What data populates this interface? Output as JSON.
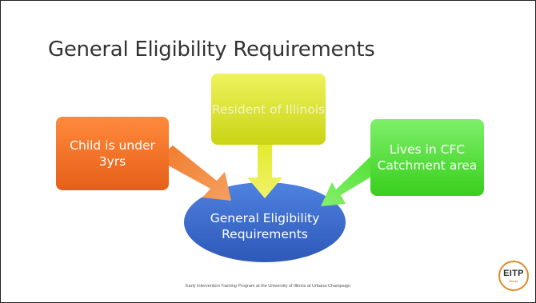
{
  "slide": {
    "title": "General Eligibility Requirements",
    "footer": "Early Intervention Training Program at the University of Illinois at Urbana-Champaign"
  },
  "boxes": {
    "left": {
      "text": "Child is  under 3yrs",
      "color": "#ee6f24"
    },
    "top": {
      "text": "Resident of Illinois",
      "color": "#dce52a"
    },
    "right": {
      "text": "Lives in CFC Catchment area",
      "color": "#58e33c"
    }
  },
  "center": {
    "text": "General Eligibility Requirements",
    "color": "#3d6fd1"
  },
  "logo": {
    "text": "EITP",
    "subtext": "illinois"
  }
}
